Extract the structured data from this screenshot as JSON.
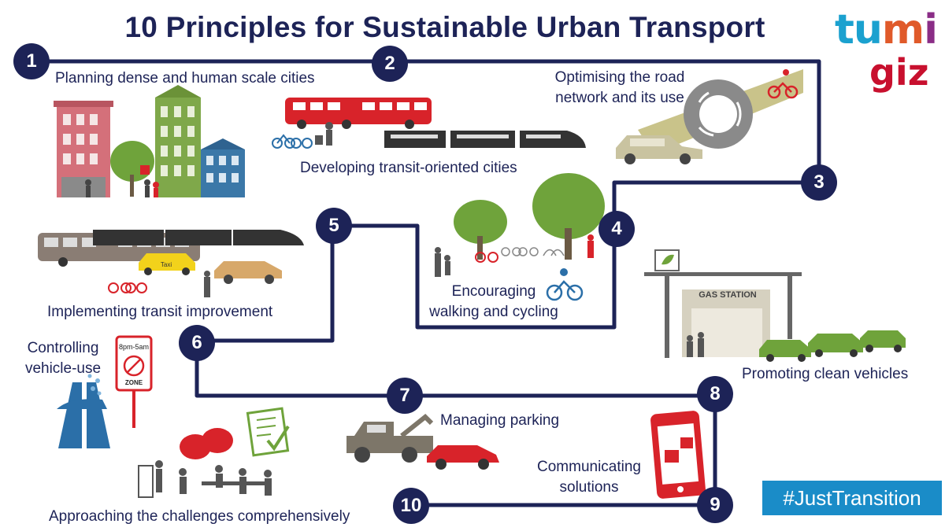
{
  "title": "10 Principles for Sustainable Urban Transport",
  "logos": {
    "tumi": {
      "letters": [
        "t",
        "u",
        "m",
        "i"
      ],
      "colors": [
        "#1ba1cf",
        "#1ba1cf",
        "#e05a2a",
        "#8a2d86"
      ],
      "dot_color": "#f2b01e"
    },
    "giz": "giz"
  },
  "principles": [
    {
      "number": "1",
      "label": "Planning dense and human scale cities"
    },
    {
      "number": "2",
      "label": "Developing transit-oriented cities"
    },
    {
      "number": "3",
      "label": "Optimising the road network and its use",
      "lines": [
        "Optimising the road",
        "network and its use"
      ]
    },
    {
      "number": "4",
      "label": "Encouraging walking and cycling",
      "lines": [
        "Encouraging",
        "walking and cycling"
      ]
    },
    {
      "number": "5",
      "label": "Implementing transit improvement"
    },
    {
      "number": "6",
      "label": "Controlling vehicle-use",
      "lines": [
        "Controlling",
        "vehicle-use"
      ]
    },
    {
      "number": "7",
      "label": "Managing parking"
    },
    {
      "number": "8",
      "label": "Promoting clean vehicles"
    },
    {
      "number": "9",
      "label": "Communicating solutions",
      "lines": [
        "Communicating",
        "solutions"
      ]
    },
    {
      "number": "10",
      "label": "Approaching the challenges comprehensively"
    }
  ],
  "sign": {
    "hours": "8pm-5am",
    "zone": "ZONE"
  },
  "gas_station": "GAS STATION",
  "taxi": "Taxi",
  "hashtag": "#JustTransition",
  "colors": {
    "navy": "#1d2357",
    "red": "#d8232a",
    "green": "#6d9a2e",
    "gray": "#7d7669",
    "blue": "#2b6fa8",
    "hashtag_bg": "#1a8cc8"
  }
}
